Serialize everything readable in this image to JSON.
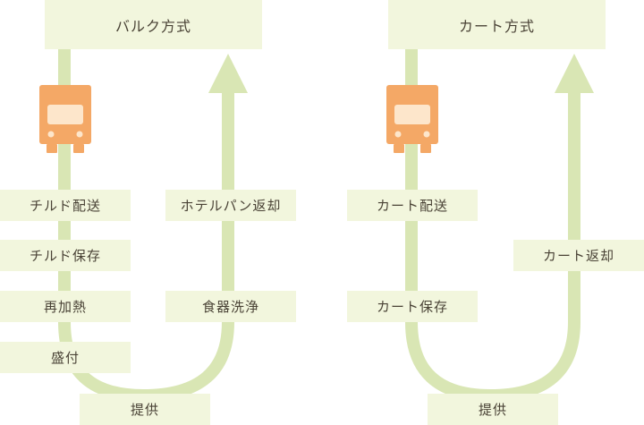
{
  "colors": {
    "path": "#d9e6b4",
    "box_bg": "#f2f6dd",
    "text": "#4a4336",
    "truck": "#f4a866",
    "truck_window": "#fde6cb"
  },
  "left": {
    "title": "バルク方式",
    "steps": [
      "チルド配送",
      "チルド保存",
      "再加熱",
      "盛付"
    ],
    "return_steps": [
      "ホテルパン返却",
      "食器洗浄"
    ],
    "bottom": "提供",
    "icon": "truck-icon"
  },
  "right": {
    "title": "カート方式",
    "steps": [
      "カート配送",
      "カート保存"
    ],
    "return_steps": [
      "カート返却"
    ],
    "bottom": "提供",
    "icon": "truck-icon"
  }
}
